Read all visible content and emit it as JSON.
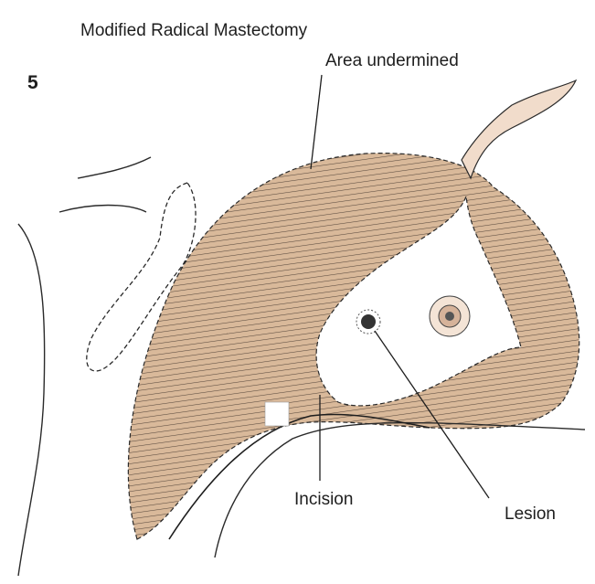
{
  "figure": {
    "title": "Modified Radical Mastectomy",
    "number": "5"
  },
  "labels": {
    "area_undermined": "Area undermined",
    "incision": "Incision",
    "lesion": "Lesion"
  },
  "colors": {
    "skin_tone": "#d9b99a",
    "hatch": "#5a4a3e",
    "line": "#1e1e1e",
    "background": "#ffffff"
  }
}
